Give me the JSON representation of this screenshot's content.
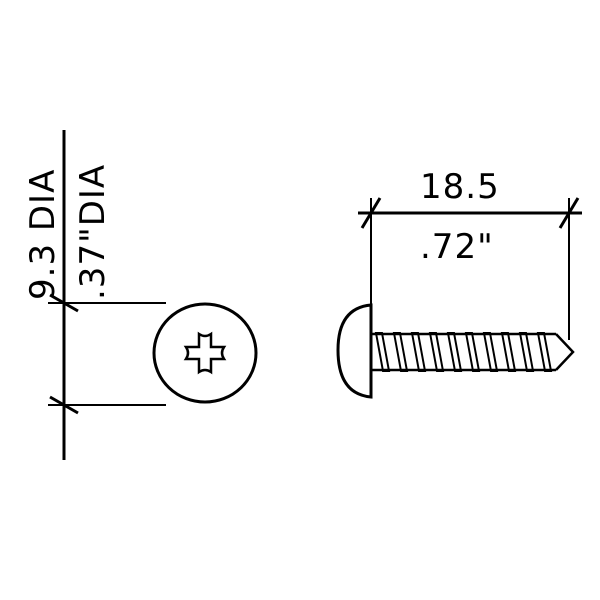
{
  "head_diameter": {
    "metric": "9.3 DIA",
    "imperial": ".37\"DIA"
  },
  "length": {
    "metric": "18.5",
    "imperial": ".72\""
  }
}
